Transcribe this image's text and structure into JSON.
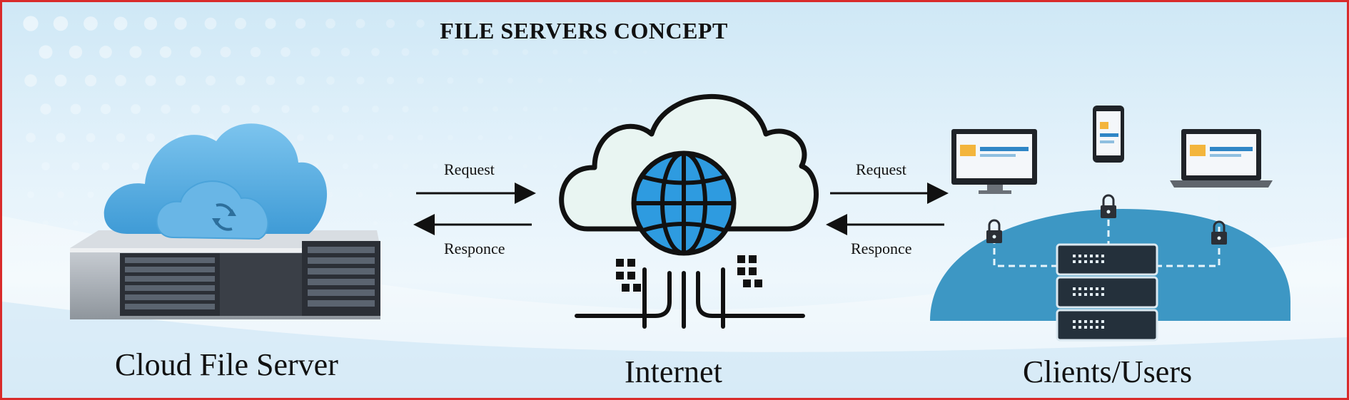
{
  "title": "FILE SERVERS CONCEPT",
  "nodes": {
    "server": {
      "label": "Cloud File Server",
      "icon": "cloud-server-icon"
    },
    "internet": {
      "label": "Internet",
      "icon": "cloud-globe-icon"
    },
    "clients": {
      "label": "Clients/Users",
      "icon": "client-network-icon"
    }
  },
  "links": {
    "left_request": "Request",
    "left_response": "Responce",
    "right_request": "Request",
    "right_response": "Responce"
  },
  "colors": {
    "border": "#d92b2b",
    "cloud_blue": "#5aaee2",
    "globe_blue": "#2e9be0",
    "network_blue": "#3d97c4",
    "dark": "#111111"
  }
}
